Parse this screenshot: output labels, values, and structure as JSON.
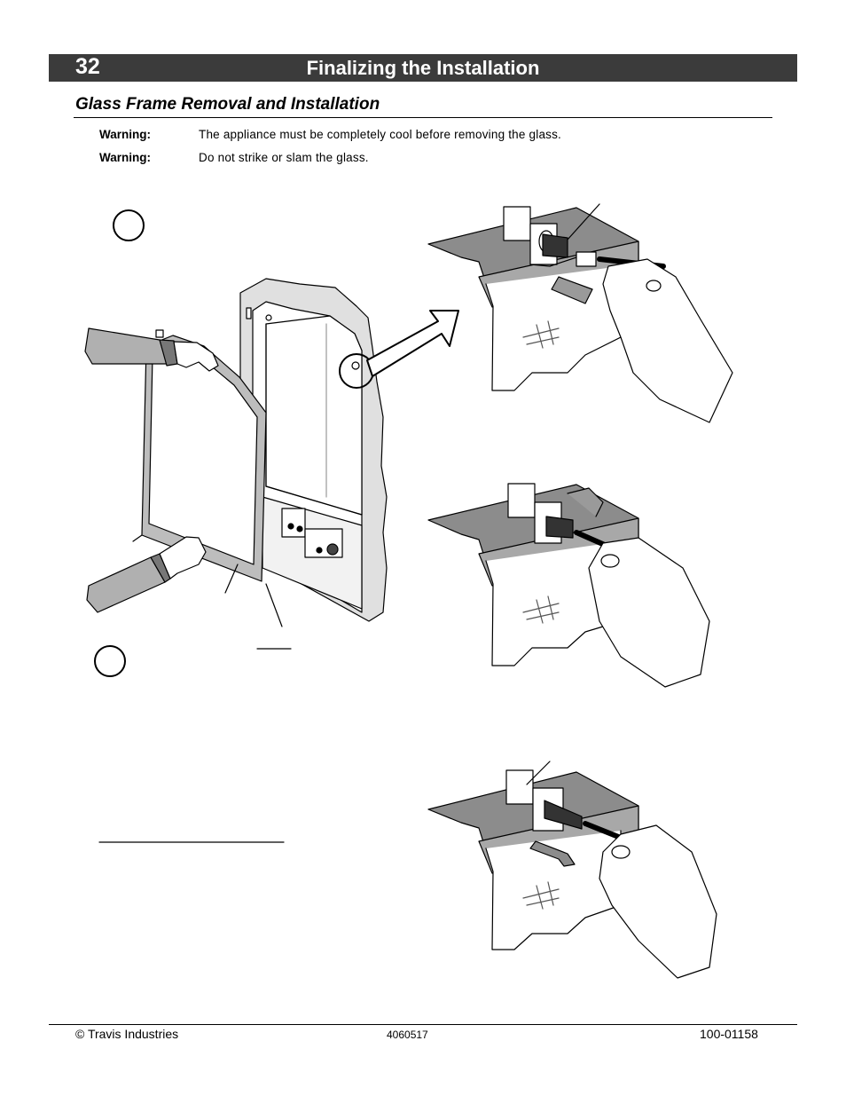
{
  "header": {
    "page_number": "32",
    "title": "Finalizing the Installation"
  },
  "section": {
    "title": "Glass Frame Removal and Installation"
  },
  "warnings": [
    {
      "label": "Warning:",
      "text": "The appliance must be completely cool before removing the glass."
    },
    {
      "label": "Warning:",
      "text": "Do not strike or slam the glass."
    }
  ],
  "colors": {
    "header_bg": "#3b3b3b",
    "ledge_gray": "#8c8c8c",
    "sleeve_gray": "#b0b0b0",
    "frame_gray": "#bdbdbd"
  },
  "footer": {
    "copyright": "© Travis Industries",
    "code": "4060517",
    "doc_number": "100-01158"
  }
}
